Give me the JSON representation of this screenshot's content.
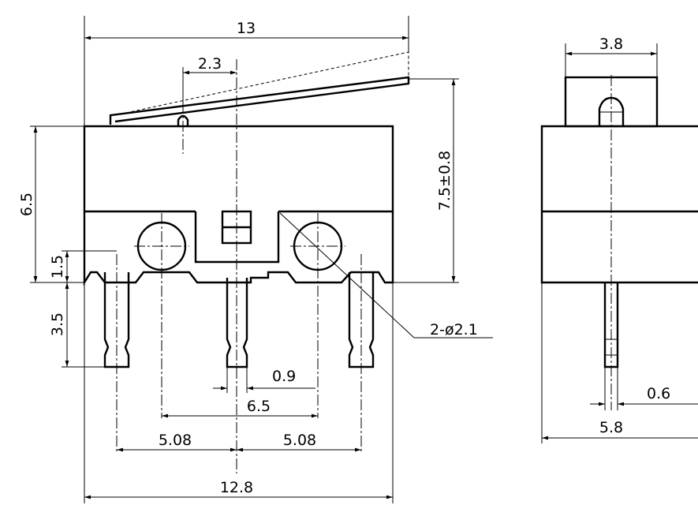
{
  "front_view": {
    "dimensions": {
      "overall_length": "13",
      "lever_offset": "2.3",
      "body_height": "6.5",
      "actuation_height": "7.5±0.8",
      "standoff": "1.5",
      "pin_length": "3.5",
      "mounting_holes": "2-ø2.1",
      "pin_width": "0.9",
      "hole_spacing": "6.5",
      "pin_pitch_left": "5.08",
      "pin_pitch_right": "5.08",
      "body_length": "12.8"
    }
  },
  "side_view": {
    "dimensions": {
      "plunger_width": "3.8",
      "pin_thickness": "0.6",
      "body_width": "5.8"
    }
  }
}
